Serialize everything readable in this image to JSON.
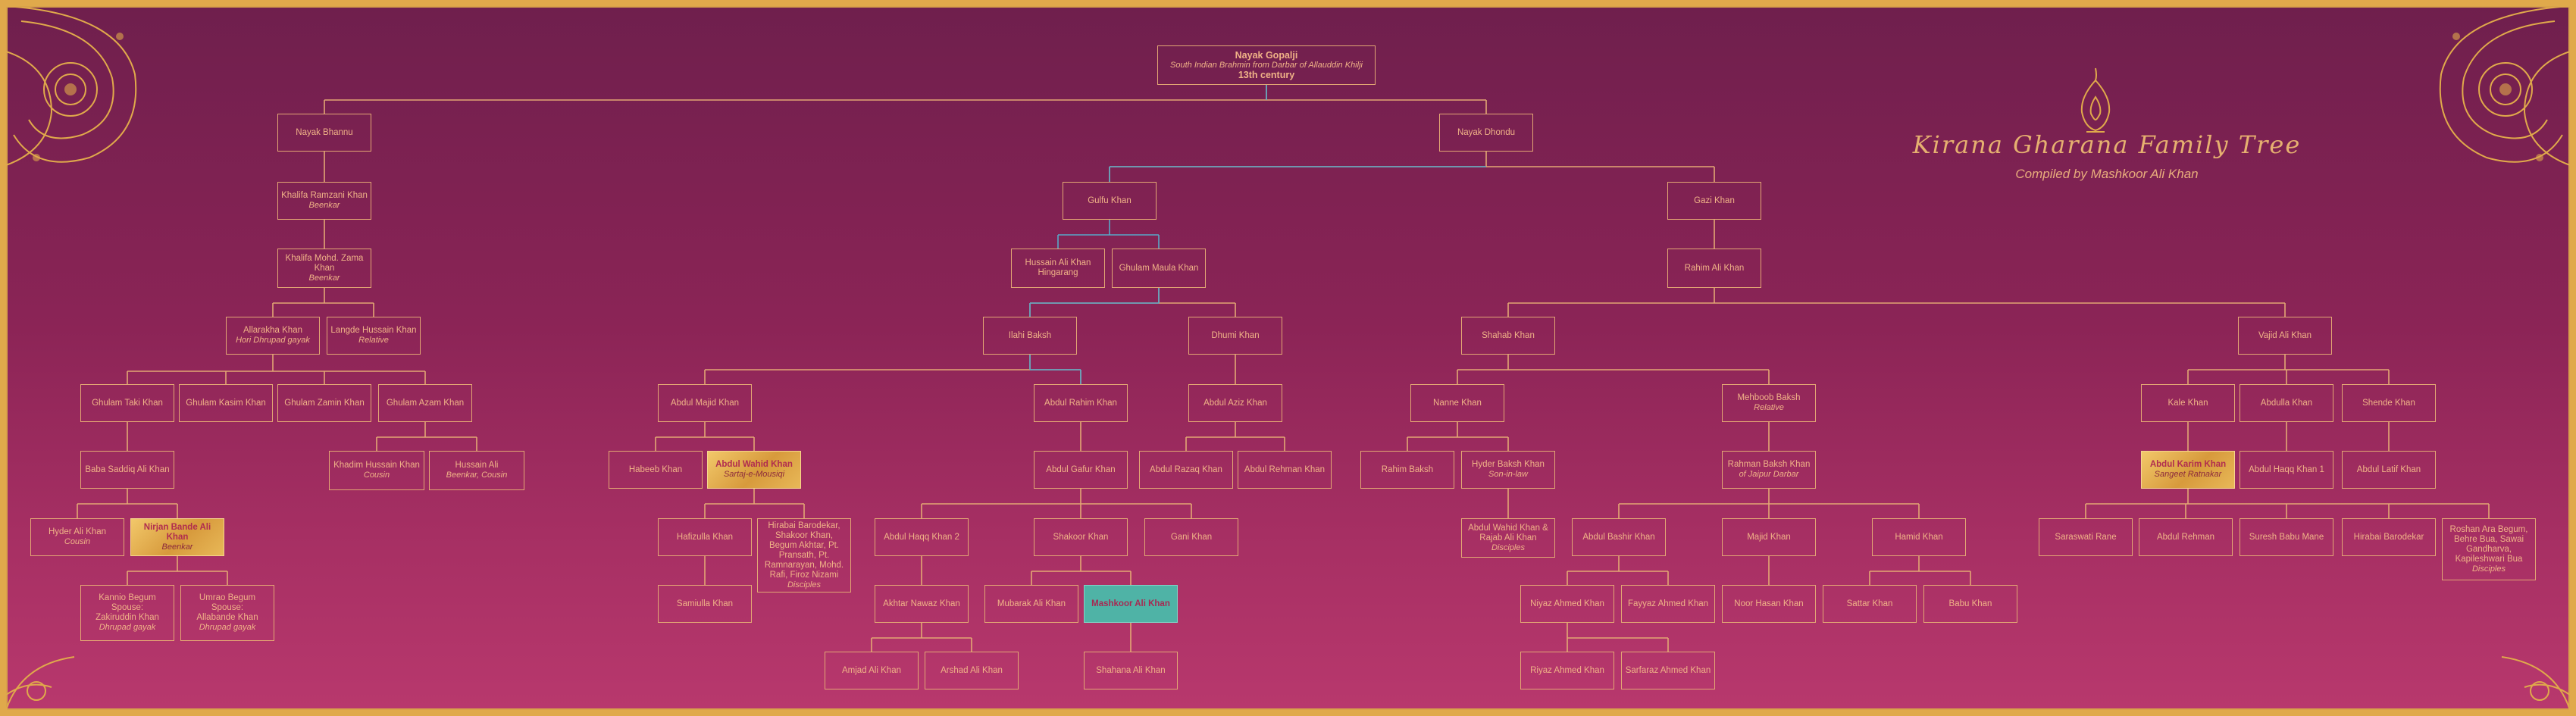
{
  "title": "Kirana Gharana Family Tree",
  "subtitle": "Compiled by Mashkoor Ali Khan",
  "colors": {
    "accent_gold": "#e0a94b",
    "line": "#e3a774",
    "highlight_teal": "#4fb3a6",
    "background": "#8b2456"
  },
  "nodes": {
    "root": {
      "name": "Nayak Gopalji",
      "sub": "South Indian Brahmin from Darbar of Allauddin Khilji",
      "era": "13th century"
    },
    "nayak_bhannu": {
      "name": "Nayak Bhannu"
    },
    "nayak_dhondu": {
      "name": "Nayak Dhondu"
    },
    "khalifa_ramzani": {
      "name": "Khalifa Ramzani Khan",
      "sub": "Beenkar"
    },
    "khalifa_mohd": {
      "name": "Khalifa Mohd. Zama Khan",
      "sub": "Beenkar"
    },
    "allarakha": {
      "name": "Allarakha Khan",
      "sub": "Hori Dhrupad gayak"
    },
    "langde": {
      "name": "Langde Hussain Khan",
      "sub": "Relative"
    },
    "ghulam_taki": {
      "name": "Ghulam Taki Khan"
    },
    "ghulam_kasim": {
      "name": "Ghulam Kasim Khan"
    },
    "ghulam_zamin": {
      "name": "Ghulam Zamin Khan"
    },
    "ghulam_azam": {
      "name": "Ghulam Azam Khan"
    },
    "baba_saddiq": {
      "name": "Baba Saddiq Ali Khan"
    },
    "khadim_hussain": {
      "name": "Khadim Hussain Khan",
      "sub": "Cousin"
    },
    "hussain_ali": {
      "name": "Hussain Ali",
      "sub": "Beenkar, Cousin"
    },
    "hyder_ali": {
      "name": "Hyder Ali Khan",
      "sub": "Cousin"
    },
    "nirjan_bande": {
      "name": "Nirjan Bande Ali Khan",
      "sub": "Beenkar"
    },
    "kannio_begum": {
      "name": "Kannio Begum",
      "line2": "Spouse:",
      "line3": "Zakiruddin Khan",
      "sub": "Dhrupad gayak"
    },
    "umrao_begum": {
      "name": "Umrao Begum",
      "line2": "Spouse:",
      "line3": "Allabande Khan",
      "sub": "Dhrupad gayak"
    },
    "gulfu": {
      "name": "Gulfu Khan"
    },
    "gazi": {
      "name": "Gazi Khan"
    },
    "hussain_ali_hingarang": {
      "name": "Hussain Ali Khan Hingarang"
    },
    "ghulam_maula": {
      "name": "Ghulam Maula Khan"
    },
    "rahim_ali": {
      "name": "Rahim Ali Khan"
    },
    "ilahi_baksh": {
      "name": "Ilahi Baksh"
    },
    "dhumi": {
      "name": "Dhumi Khan"
    },
    "shahab": {
      "name": "Shahab Khan"
    },
    "vajid_ali": {
      "name": "Vajid Ali Khan"
    },
    "abdul_majid": {
      "name": "Abdul Majid Khan"
    },
    "abdul_rahim": {
      "name": "Abdul Rahim Khan"
    },
    "abdul_aziz": {
      "name": "Abdul Aziz Khan"
    },
    "nanne": {
      "name": "Nanne Khan"
    },
    "mehboob_baksh": {
      "name": "Mehboob Baksh",
      "sub": "Relative"
    },
    "kale": {
      "name": "Kale Khan"
    },
    "abdulla": {
      "name": "Abdulla Khan"
    },
    "shende": {
      "name": "Shende Khan"
    },
    "habeeb": {
      "name": "Habeeb Khan"
    },
    "abdul_wahid": {
      "name": "Abdul Wahid Khan",
      "sub": "Sartaj-e-Mousiqi"
    },
    "abdul_gafur": {
      "name": "Abdul Gafur Khan"
    },
    "abdul_razaq": {
      "name": "Abdul Razaq Khan"
    },
    "abdul_rehman_k": {
      "name": "Abdul Rehman Khan"
    },
    "rahim_baksh": {
      "name": "Rahim Baksh"
    },
    "hyder_baksh": {
      "name": "Hyder Baksh Khan",
      "sub": "Son-in-law"
    },
    "rahman_baksh": {
      "name": "Rahman Baksh Khan",
      "sub": "of Jaipur Darbar"
    },
    "abdul_karim": {
      "name": "Abdul Karim Khan",
      "sub": "Sangeet Ratnakar"
    },
    "abdul_haqq_1": {
      "name": "Abdul Haqq Khan 1"
    },
    "abdul_latif": {
      "name": "Abdul Latif Khan"
    },
    "hafizulla": {
      "name": "Hafizulla Khan"
    },
    "disciples_wahid": {
      "name": "Hirabai Barodekar, Shakoor Khan, Begum Akhtar, Pt. Pransath, Pt. Ramnarayan, Mohd. Rafi, Firoz Nizami",
      "sub": "Disciples"
    },
    "abdul_haqq_2": {
      "name": "Abdul Haqq Khan 2"
    },
    "shakoor": {
      "name": "Shakoor Khan"
    },
    "gani": {
      "name": "Gani Khan"
    },
    "disciples_hyder": {
      "name": "Abdul Wahid Khan & Rajab Ali Khan",
      "sub": "Disciples"
    },
    "abdul_bashir": {
      "name": "Abdul Bashir Khan"
    },
    "majid": {
      "name": "Majid Khan"
    },
    "hamid": {
      "name": "Hamid Khan"
    },
    "saraswati": {
      "name": "Saraswati Rane"
    },
    "abdul_rehman": {
      "name": "Abdul Rehman"
    },
    "suresh_babu": {
      "name": "Suresh Babu Mane"
    },
    "hirabai": {
      "name": "Hirabai Barodekar"
    },
    "disciples_karim": {
      "name": "Roshan Ara Begum, Behre Bua, Sawai Gandharva, Kapileshwari Bua",
      "sub": "Disciples"
    },
    "samiulla": {
      "name": "Samiulla Khan"
    },
    "akhtar_nawaz": {
      "name": "Akhtar Nawaz Khan"
    },
    "mubarak": {
      "name": "Mubarak Ali Khan"
    },
    "mashkoor": {
      "name": "Mashkoor Ali Khan"
    },
    "niyaz_ahmed": {
      "name": "Niyaz Ahmed Khan"
    },
    "fayyaz_ahmed": {
      "name": "Fayyaz Ahmed Khan"
    },
    "noor_hasan": {
      "name": "Noor Hasan Khan"
    },
    "sattar": {
      "name": "Sattar Khan"
    },
    "babu": {
      "name": "Babu Khan"
    },
    "amjad_ali": {
      "name": "Amjad Ali Khan"
    },
    "arshad_ali": {
      "name": "Arshad Ali Khan"
    },
    "shahana_ali": {
      "name": "Shahana Ali Khan"
    },
    "riyaz_ahmed": {
      "name": "Riyaz Ahmed Khan"
    },
    "sarfaraz_ahmed": {
      "name": "Sarfaraz Ahmed Khan"
    }
  }
}
